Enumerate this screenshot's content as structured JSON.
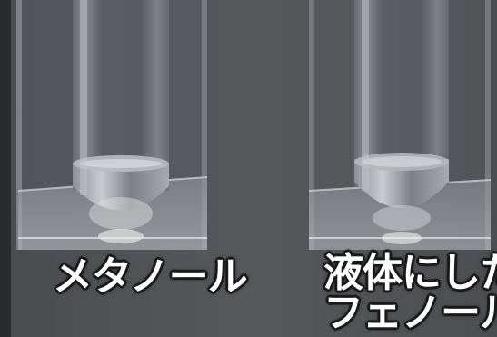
{
  "captions": {
    "left": "メタノール",
    "right_line1": "液体にした",
    "right_line2": "フェノール"
  }
}
